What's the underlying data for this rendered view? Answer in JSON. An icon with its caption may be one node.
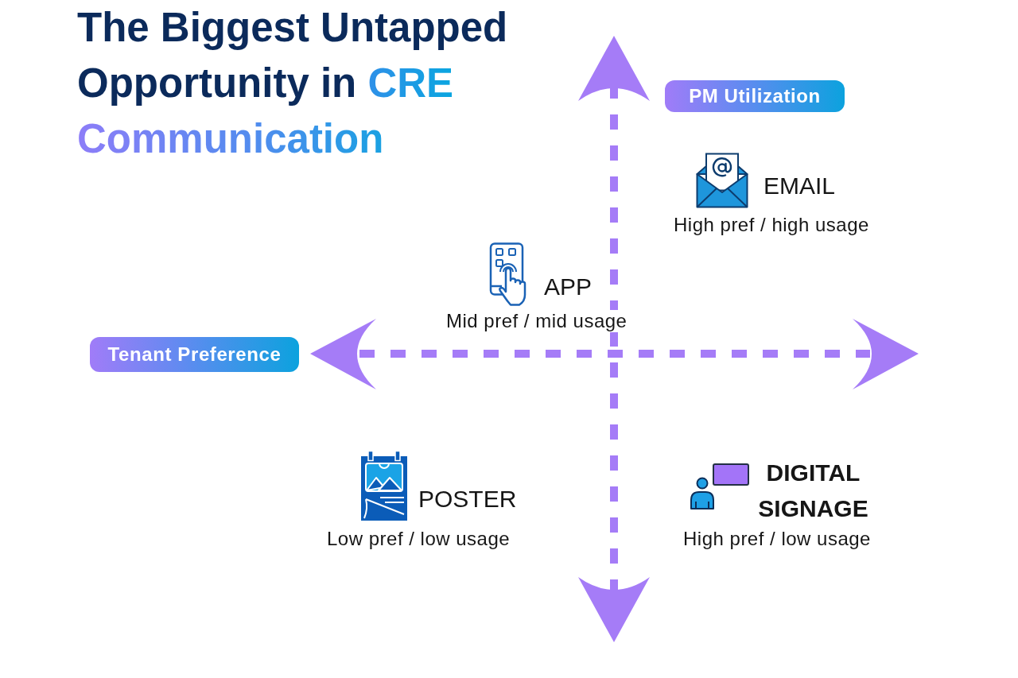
{
  "diagram": {
    "title": "The Biggest Untapped Opportunity in CRE Communication",
    "nodes": [
      {
        "text": [
          "PM Utilization"
        ]
      },
      {
        "text": [
          "Tenant Preference"
        ]
      }
    ],
    "labels": [
      "EMAIL",
      "High pref / high usage",
      "APP",
      "Mid pref / mid usage",
      "POSTER",
      "Low pref / low usage",
      "DIGITAL SIGNAGE",
      "High pref / low usage"
    ]
  }
}
